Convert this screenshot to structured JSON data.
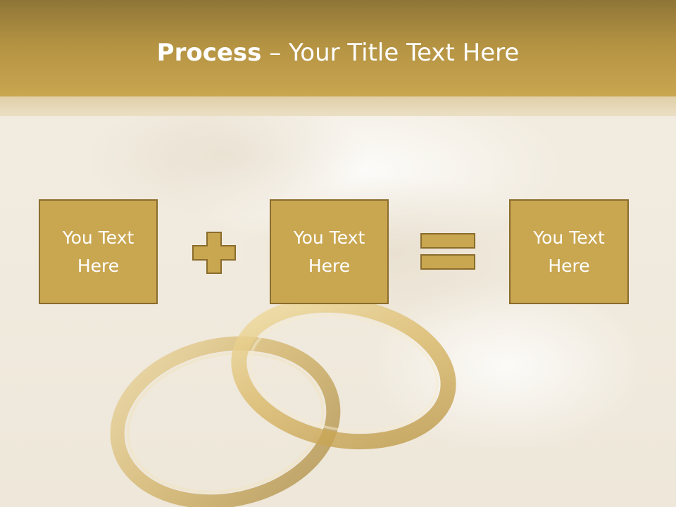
{
  "colors": {
    "header_dark": "#8e7537",
    "header_light": "#c9a650",
    "box_fill": "#c9a650",
    "box_border": "#8a6c2c",
    "background": "#f3ede2",
    "text": "#ffffff"
  },
  "title": {
    "bold": "Process",
    "separator": " – ",
    "rest": "Your Title Text Here"
  },
  "process": {
    "boxes": [
      {
        "text": "You Text\nHere"
      },
      {
        "text": "You Text\nHere"
      },
      {
        "text": "You Text\nHere"
      }
    ],
    "operators": [
      "plus-icon",
      "equals-icon"
    ]
  },
  "background_image": "gold-wedding-rings"
}
